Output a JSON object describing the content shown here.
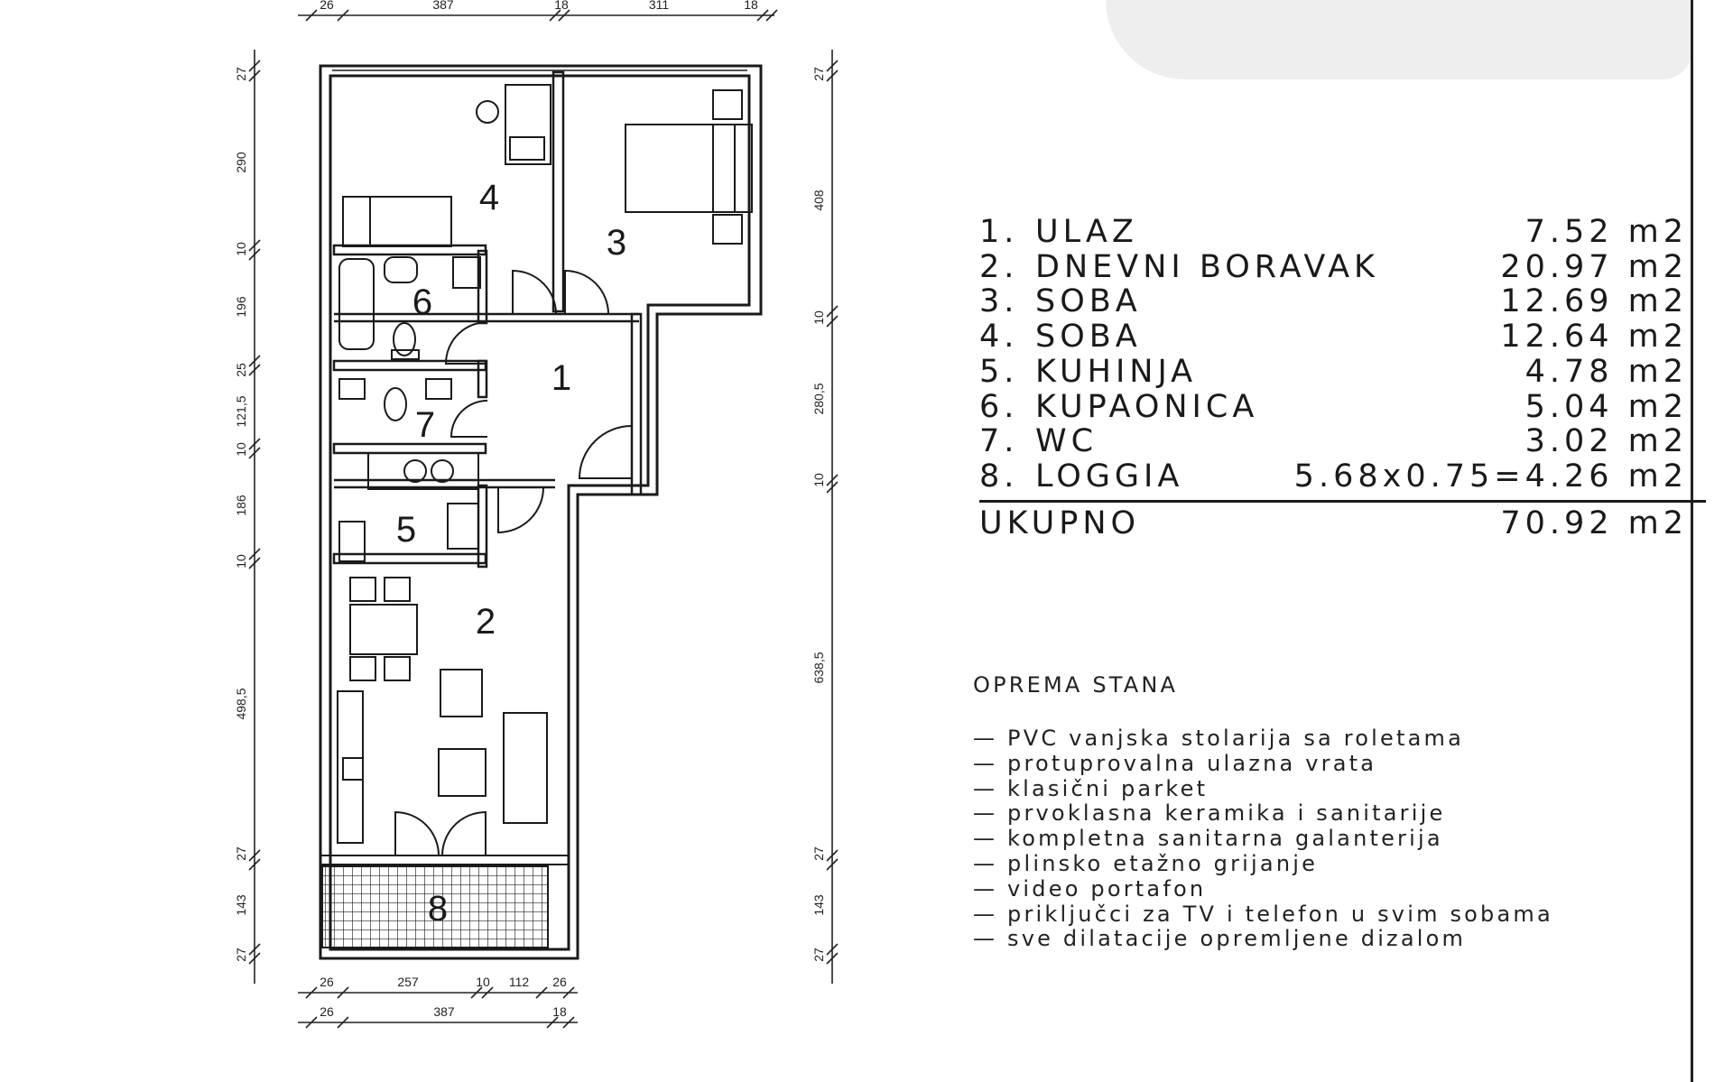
{
  "rooms": [
    {
      "id": "1",
      "name": "ULAZ",
      "area": "7.52 m2"
    },
    {
      "id": "2",
      "name": "DNEVNI BORAVAK",
      "area": "20.97 m2"
    },
    {
      "id": "3",
      "name": "SOBA",
      "area": "12.69 m2"
    },
    {
      "id": "4",
      "name": "SOBA",
      "area": "12.64 m2"
    },
    {
      "id": "5",
      "name": "KUHINJA",
      "area": "4.78 m2"
    },
    {
      "id": "6",
      "name": "KUPAONICA",
      "area": "5.04 m2"
    },
    {
      "id": "7",
      "name": "WC",
      "area": "3.02 m2"
    },
    {
      "id": "8",
      "name": "LOGGIA",
      "formula": "5.68x0.75=",
      "area": "4.26 m2"
    }
  ],
  "total": {
    "label": "UKUPNO",
    "area": "70.92 m2"
  },
  "equipment": {
    "title": "OPREMA STANA",
    "items": [
      "— PVC vanjska stolarija sa roletama",
      "— protuprovalna ulazna vrata",
      "— klasični parket",
      "— prvoklasna keramika i sanitarije",
      "— kompletna sanitarna galanterija",
      "— plinsko etažno grijanje",
      "— video portafon",
      "— priključci za TV i telefon u svim sobama",
      "— sve dilatacije opremljene dizalom"
    ]
  },
  "plan": {
    "room_numbers": [
      "1",
      "2",
      "3",
      "4",
      "5",
      "6",
      "7",
      "8"
    ],
    "dims_top": [
      "26",
      "387",
      "18",
      "311",
      "18"
    ],
    "dims_bottom_1": [
      "26",
      "257",
      "10",
      "112",
      "26"
    ],
    "dims_bottom_2": [
      "26",
      "387",
      "18"
    ],
    "dims_left": [
      "27",
      "290",
      "10",
      "196",
      "25",
      "121,5",
      "10",
      "186",
      "10",
      "498,5",
      "27",
      "143",
      "27"
    ],
    "dims_right": [
      "27",
      "408",
      "10",
      "280,5",
      "10",
      "638,5",
      "27",
      "143",
      "27"
    ]
  }
}
